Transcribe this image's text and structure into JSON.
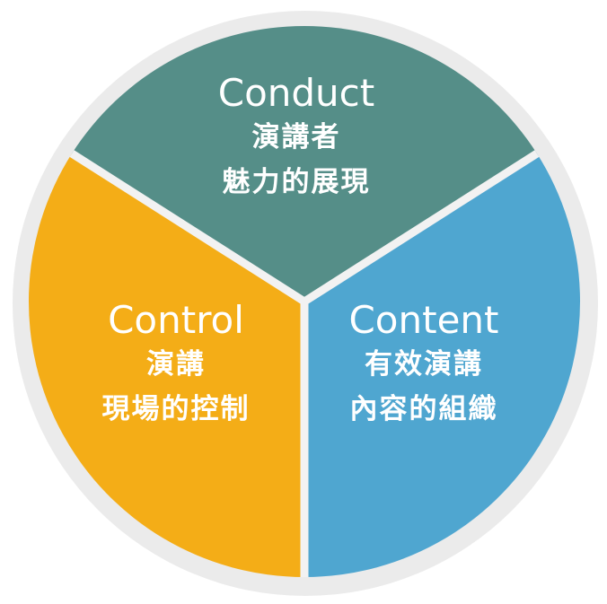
{
  "colors": {
    "ring": "#ebebeb",
    "conduct": "#558e88",
    "control": "#f4ad17",
    "content": "#4fa6d0",
    "divider": "#f2f2f2"
  },
  "segments": {
    "conduct": {
      "title": "Conduct",
      "line1": "演講者",
      "line2": "魅力的展現"
    },
    "control": {
      "title": "Control",
      "line1": "演講",
      "line2": "現場的控制"
    },
    "content": {
      "title": "Content",
      "line1": "有效演講",
      "line2": "內容的組織"
    }
  }
}
